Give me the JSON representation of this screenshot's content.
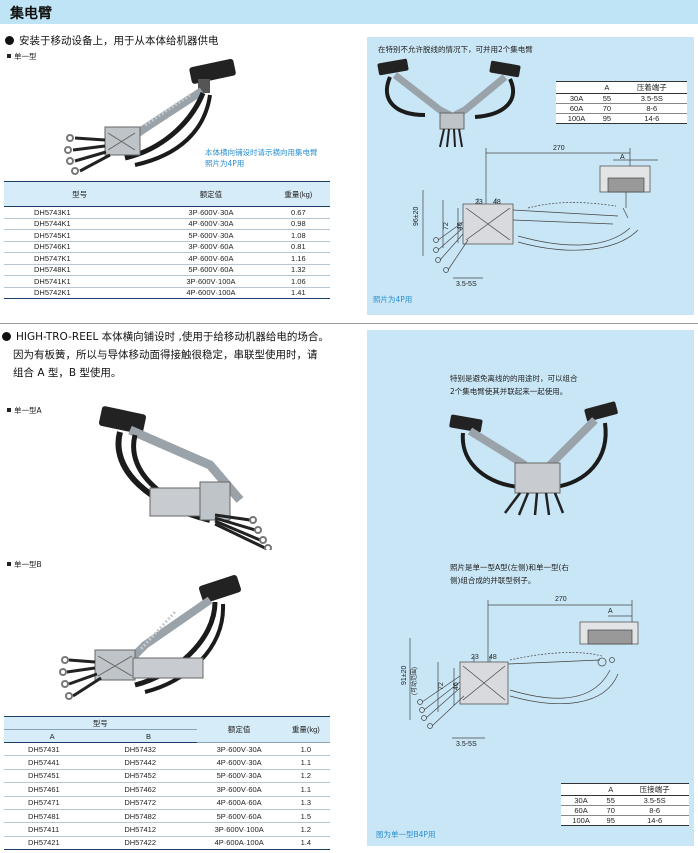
{
  "header": {
    "title": "集电臂"
  },
  "section1": {
    "bullet": "安装于移动设备上，用于从本体给机器供电",
    "type_label": "单一型",
    "photo_note": [
      "本体横向铺设时请示横向用集电臂",
      "照片为4P用"
    ],
    "table": {
      "headers": [
        "型号",
        "额定值",
        "重量(kg)"
      ],
      "rows": [
        [
          "DH5743K1",
          "3P·600V·30A",
          "0.67"
        ],
        [
          "DH5744K1",
          "4P·600V·30A",
          "0.98"
        ],
        [
          "DH5745K1",
          "5P·600V·30A",
          "1.08"
        ],
        [
          "DH5746K1",
          "3P·600V·60A",
          "0.81"
        ],
        [
          "DH5747K1",
          "4P·600V·60A",
          "1.16"
        ],
        [
          "DH5748K1",
          "5P·600V·60A",
          "1.32"
        ],
        [
          "DH5741K1",
          "3P·600V·100A",
          "1.06"
        ],
        [
          "DH5742K1",
          "4P·600V·100A",
          "1.41"
        ]
      ]
    }
  },
  "panel1": {
    "text": "在特别不允许脱线的情况下，可并用2个集电臂",
    "caption": "照片为4P用",
    "dims": {
      "d270": "270",
      "dA": "A",
      "d23": "23",
      "d48": "48",
      "d72": "72",
      "d46": "46",
      "d96": "96±20",
      "d35": "3.5-5S"
    },
    "table": {
      "headers": [
        "",
        "A",
        "压着端子"
      ],
      "rows": [
        [
          "30A",
          "55",
          "3.5-5S"
        ],
        [
          "60A",
          "70",
          "8-6"
        ],
        [
          "100A",
          "95",
          "14-6"
        ]
      ]
    }
  },
  "section2": {
    "bullet_lines": [
      "HIGH-TRO-REEL 本体横向铺设时 ,使用于给移动机器给电的场合。",
      "因为有板簧，所以与导体移动面得接触很稳定，串联型使用时，请",
      "组合 A 型，B 型使用。"
    ],
    "type_a_label": "单一型A",
    "type_b_label": "单一型B",
    "table": {
      "group_header": "型号",
      "sub_a": "A",
      "sub_b": "B",
      "rating_header": "额定值",
      "weight_header": "重量(kg)",
      "rows": [
        [
          "DH57431",
          "DH57432",
          "3P·600V·30A",
          "1.0"
        ],
        [
          "DH57441",
          "DH57442",
          "4P·600V·30A",
          "1.1"
        ],
        [
          "DH57451",
          "DH57452",
          "5P·600V·30A",
          "1.2"
        ],
        [
          "DH57461",
          "DH57462",
          "3P·600V·60A",
          "1.1"
        ],
        [
          "DH57471",
          "DH57472",
          "4P·600A·60A",
          "1.3"
        ],
        [
          "DH57481",
          "DH57482",
          "5P·600V·60A",
          "1.5"
        ],
        [
          "DH57411",
          "DH57412",
          "3P·600V·100A",
          "1.2"
        ],
        [
          "DH57421",
          "DH57422",
          "4P·600A·100A",
          "1.4"
        ]
      ]
    }
  },
  "panel2": {
    "text_top": [
      "特别是避免离线的的用途时，可以组合",
      "2个集电臂使其并联起来一起使用。"
    ],
    "text_mid": [
      "照片是单一型A型(左侧)和单一型(右",
      "侧)组合成的并联型例子。"
    ],
    "caption": "图为单一型B4P用",
    "dims": {
      "d270": "270",
      "dA": "A",
      "d23": "23",
      "d48": "48",
      "d72": "72",
      "d46": "46",
      "d91": "91±20",
      "d91sub": "(可动范围)",
      "d35": "3.5-5S"
    },
    "table": {
      "headers": [
        "",
        "A",
        "压接端子"
      ],
      "rows": [
        [
          "30A",
          "55",
          "3.5-5S"
        ],
        [
          "60A",
          "70",
          "8-6"
        ],
        [
          "100A",
          "95",
          "14-6"
        ]
      ]
    }
  }
}
